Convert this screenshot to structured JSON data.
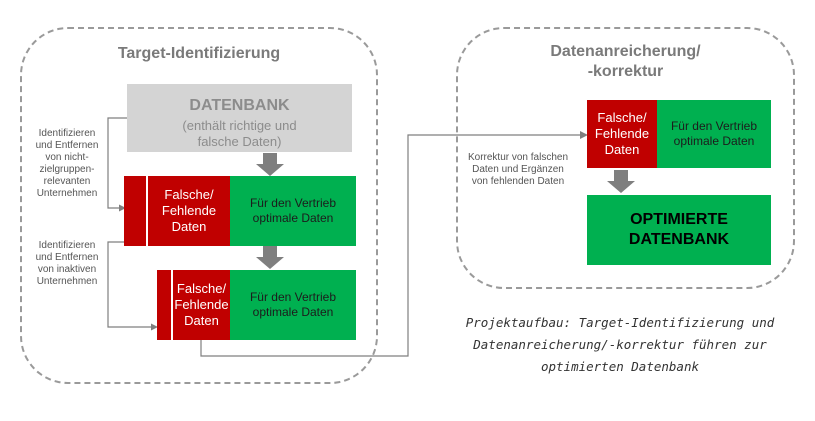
{
  "groups": {
    "target": {
      "title": "Target-Identifizierung"
    },
    "enrich": {
      "title_line1": "Datenanreicherung/",
      "title_line2": "-korrektur"
    }
  },
  "database": {
    "title": "DATENBANK",
    "subtitle": "(enthält richtige und falsche Daten)"
  },
  "red_box": {
    "label": "Falsche/ Fehlende Daten"
  },
  "green_box": {
    "label": "Für den Vertrieb optimale Daten"
  },
  "annotations": {
    "step1": "Identifizieren und Entfernen von nicht-zielgruppen-relevanten Unternehmen",
    "step2": "Identifizieren und Entfernen von inaktiven Unternehmen",
    "correction": "Korrektur von falschen Daten und Ergänzen von fehlenden Daten"
  },
  "result": {
    "line1": "OPTIMIERTE",
    "line2": "DATENBANK"
  },
  "caption": {
    "line1": "Projektaufbau: Target-Identifizierung und",
    "line2": "Datenanreicherung/-korrektur führen zur",
    "line3": "optimierten Datenbank"
  },
  "colors": {
    "red": "#c00000",
    "green": "#00b050",
    "grey": "#d4d4d4",
    "dashed_border": "#9a9a9a",
    "arrow": "#7f7f7f"
  }
}
